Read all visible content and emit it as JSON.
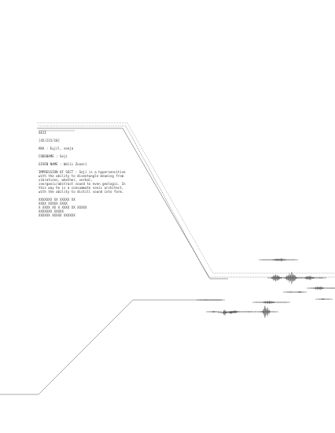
{
  "header": {
    "title_label": "SEJI"
  },
  "record": {
    "id": "[45/215/10]",
    "aka": "AKA : Eyjil, seeja",
    "codename": "CODENAME : Seji",
    "given_name": "GIVEN NAME : Walii Zunari",
    "impression": "IMPRESSION OF SECT : Seji is a hypersensitive with the ability to disentangle meaning from vibrations, whether, verbal, inorganic/abstract sound to even geologic. In this way he is a consummate sonic architect, with the ability to distill sound into form."
  },
  "redacted_lines": [
    "XXXXXXX XX XXXXX XX",
    "XXXX XXXXX XXXX",
    "X XXXX XX X XXXX XX XXXXX",
    "XXXXXXX XXXXX",
    "XXXXXX XXXXX XXXXXX"
  ],
  "colors": {
    "background": "#ffffff",
    "ink": "#333333",
    "line": "#555555",
    "waveform": "#222222"
  },
  "icons": {
    "waveform": "sound-waveform-icon"
  }
}
